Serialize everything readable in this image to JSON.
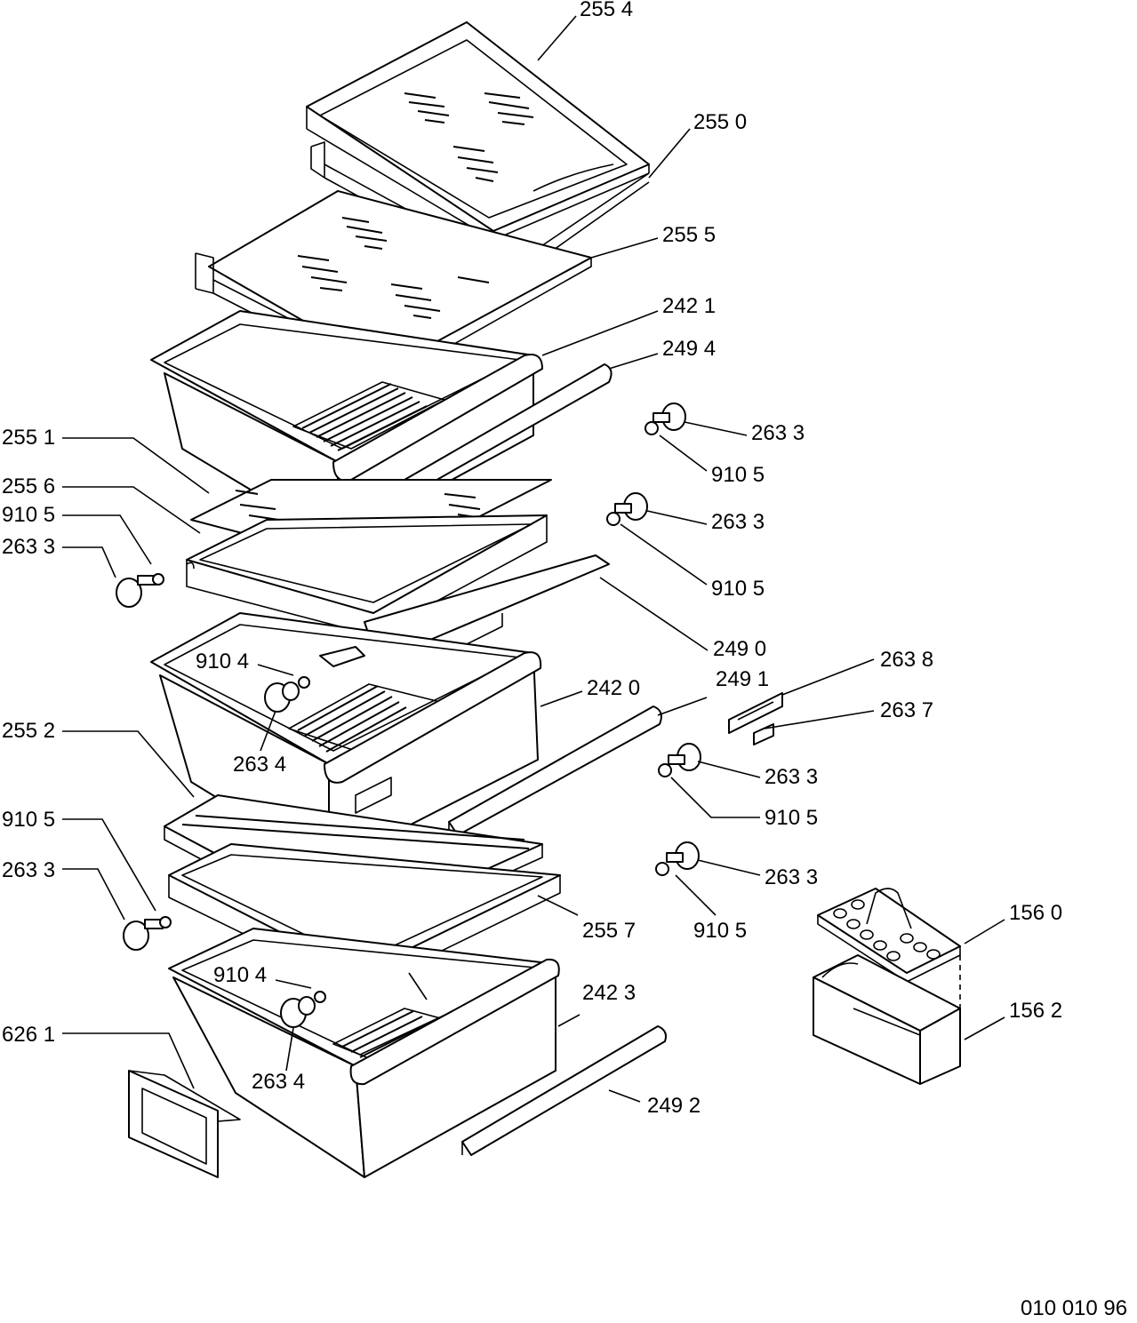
{
  "labels": {
    "l2554": "255 4",
    "l2550": "255 0",
    "l2555": "255 5",
    "l2421": "242 1",
    "l2494": "249 4",
    "l2633a": "263 3",
    "l9105a": "910 5",
    "l2551": "255 1",
    "l2556": "255 6",
    "l9105b": "910 5",
    "l2633b": "263 3",
    "l2633c": "263 3",
    "l9105c": "910 5",
    "l2490": "249 0",
    "l9104a": "910 4",
    "l2638": "263 8",
    "l2420": "242 0",
    "l2491": "249 1",
    "l2637": "263 7",
    "l2634a": "263 4",
    "l2552": "255 2",
    "l2633d": "263 3",
    "l9105d": "910 5",
    "l9105e": "910 5",
    "l2633e": "263 3",
    "l2633f": "263 3",
    "l2557": "255 7",
    "l9105f": "910 5",
    "l1560": "156 0",
    "l9104b": "910 4",
    "l2423": "242 3",
    "l1562": "156 2",
    "l6261": "626 1",
    "l2634b": "263 4",
    "l2492": "249 2"
  },
  "drawing_number": "010 010 96"
}
